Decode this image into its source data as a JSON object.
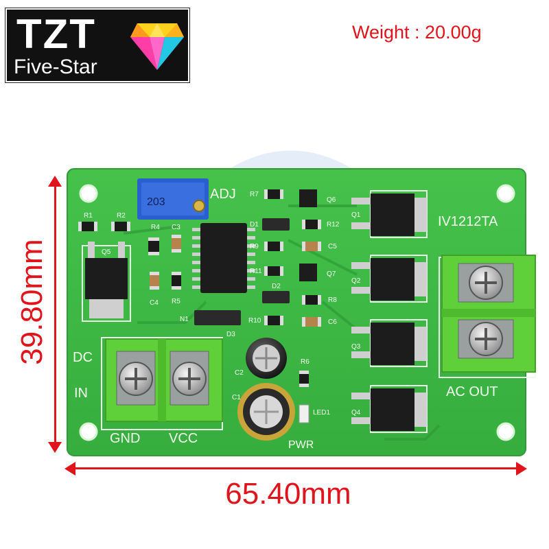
{
  "logo": {
    "title": "TZT",
    "subtitle": "Five-Star"
  },
  "weight": "Weight : 20.00g",
  "dimensions": {
    "height": "39.80mm",
    "width": "65.40mm"
  },
  "board": {
    "model": "IV1212TA",
    "labels": {
      "adj": "ADJ",
      "dc": "DC",
      "in": "IN",
      "gnd": "GND",
      "vcc": "VCC",
      "pwr": "PWR",
      "ac_out": "AC OUT"
    },
    "components": [
      "R1",
      "R2",
      "Q5",
      "R4",
      "C3",
      "C4",
      "R5",
      "N1",
      "D3",
      "R7",
      "D1",
      "R9",
      "R11",
      "D2",
      "R10",
      "Q6",
      "R12",
      "C5",
      "Q7",
      "R8",
      "C6",
      "Q1",
      "Q2",
      "Q3",
      "Q4",
      "C2",
      "C1",
      "R6",
      "LED1"
    ],
    "trimmer_text": "203"
  },
  "colors": {
    "pcb": "#3fba45",
    "pcb_dark": "#2f9a37",
    "terminal": "#5fcf3a",
    "dimension": "#e0141a",
    "trimmer": "#2a5fd0"
  }
}
